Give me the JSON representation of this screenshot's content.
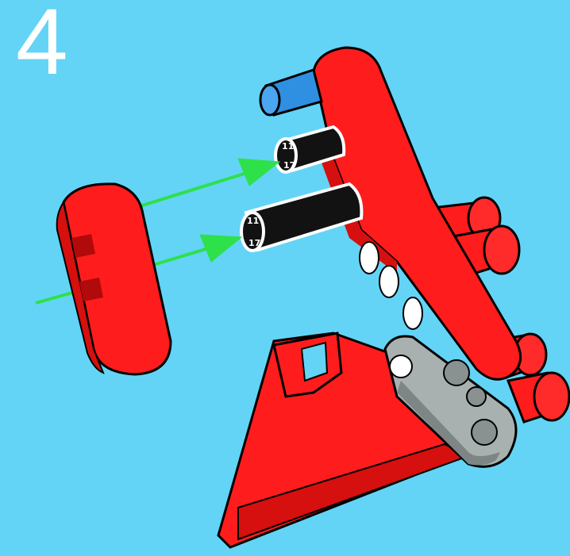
{
  "step": {
    "number": "4"
  },
  "axle_labels": {
    "upper": {
      "top": "11",
      "bottom": "17"
    },
    "lower": {
      "top": "11",
      "bottom": "17"
    }
  },
  "colors": {
    "background": "#63d4f5",
    "part_red": "#ff1c1c",
    "part_red_shade": "#d60f0f",
    "axle_black": "#121212",
    "pin_blue": "#2f8fe0",
    "beam_grey": "#a9b0b0",
    "arrow_green": "#2ee04a"
  },
  "icons": [
    "assembly-arrow",
    "lego-beam",
    "lego-axle",
    "lego-pin"
  ]
}
